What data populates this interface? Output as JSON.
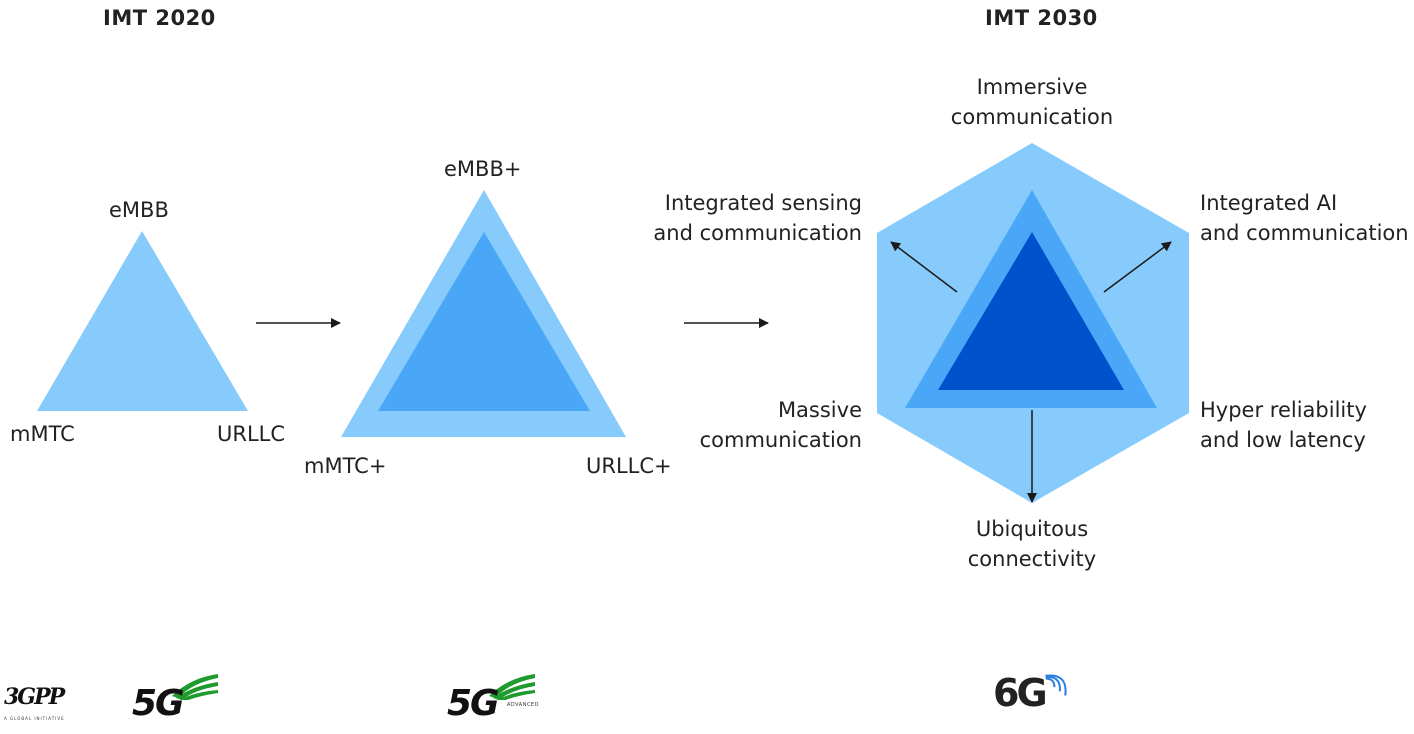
{
  "headers": {
    "imt2020": "IMT 2020",
    "imt2030": "IMT 2030"
  },
  "stage1": {
    "top": "eMBB",
    "left": "mMTC",
    "right": "URLLC"
  },
  "stage2": {
    "top": "eMBB+",
    "left": "mMTC+",
    "right": "URLLC+"
  },
  "stage3": {
    "top": [
      "Immersive",
      "communication"
    ],
    "upper_left": [
      "Integrated sensing",
      "and communication"
    ],
    "upper_right": [
      "Integrated AI",
      "and communication"
    ],
    "lower_left": [
      "Massive",
      "communication"
    ],
    "lower_right": [
      "Hyper reliability",
      "and low latency"
    ],
    "bottom": [
      "Ubiquitous",
      "connectivity"
    ]
  },
  "logos": {
    "threegpp": {
      "text": "3GPP",
      "tagline": "A GLOBAL INITIATIVE"
    },
    "fiveg": {
      "text": "5G"
    },
    "fiveg_advanced": {
      "text": "5G",
      "sub": "ADVANCED"
    },
    "sixg": {
      "text": "6G"
    }
  },
  "colors": {
    "light_blue": "#87CBFC",
    "mid_blue": "#4AA7F8",
    "dark_blue": "#0052CC",
    "arrow": "#1a1a1a",
    "logo_green": "#1f9a2e"
  }
}
